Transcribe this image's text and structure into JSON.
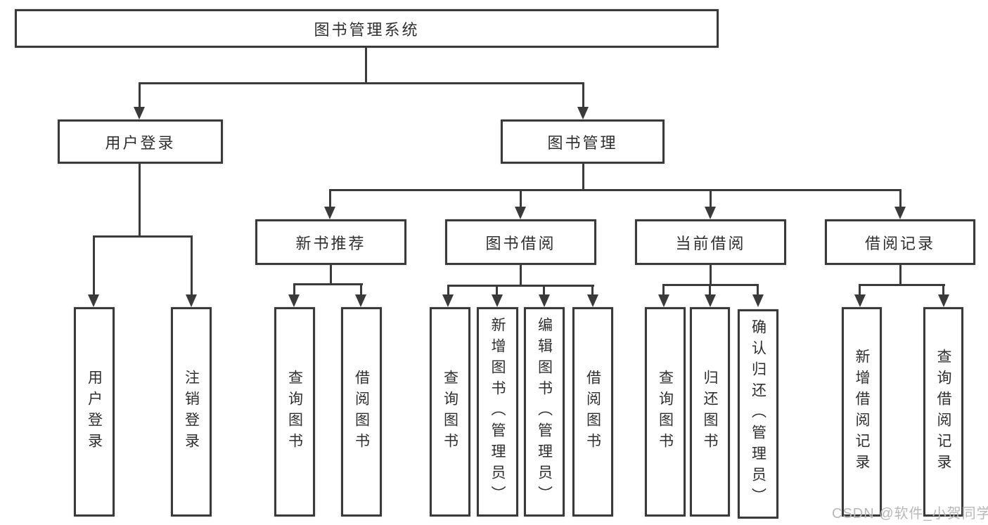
{
  "nodes": {
    "root": "图书管理系统",
    "user_login": "用户登录",
    "book_mgmt": "图书管理",
    "new_book_rec": "新书推荐",
    "book_borrow": "图书借阅",
    "current_borrow": "当前借阅",
    "borrow_records": "借阅记录",
    "leaf_user_login": "用户登录",
    "leaf_logout": "注销登录",
    "leaf_nb_query": "查询图书",
    "leaf_nb_borrow": "借阅图书",
    "leaf_bb_query": "查询图书",
    "leaf_bb_add": "新增图书（管理员）",
    "leaf_bb_edit": "编辑图书（管理员）",
    "leaf_bb_borrow": "借阅图书",
    "leaf_cb_query": "查询图书",
    "leaf_cb_return": "归还图书",
    "leaf_cb_confirm": "确认归还（管理员）",
    "leaf_br_add": "新增借阅记录",
    "leaf_br_query": "查询借阅记录"
  },
  "watermark": "CSDN @软件_小贺同学",
  "colors": {
    "line": "#3a3a3a",
    "text": "#2f2f2f",
    "background": "#ffffff",
    "watermark": "#b8b8b8"
  }
}
